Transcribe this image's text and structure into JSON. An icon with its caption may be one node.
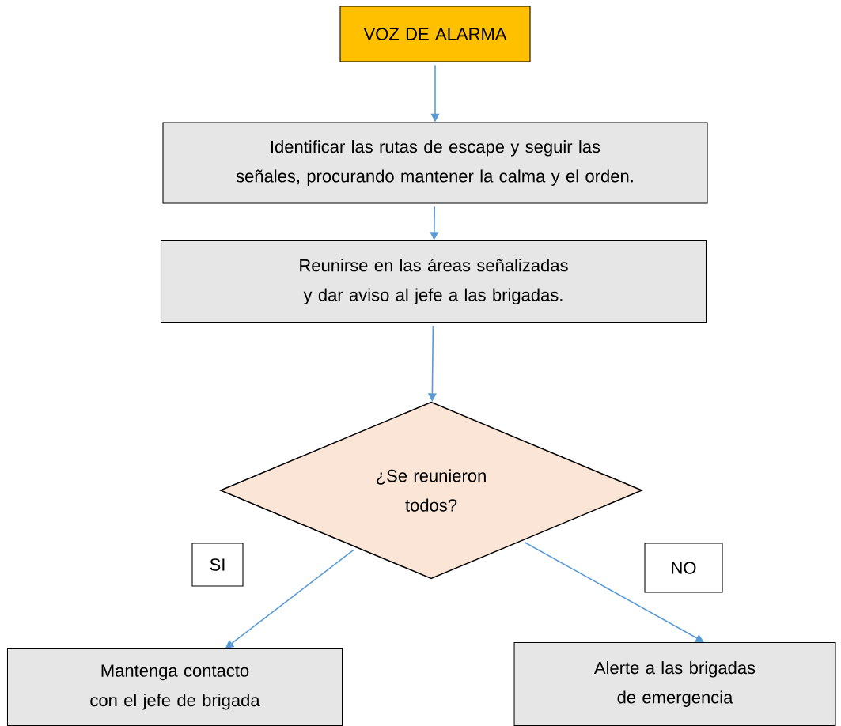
{
  "diagram": {
    "nodes": [
      {
        "text": [
          "VOZ DE ALARMA"
        ]
      },
      {
        "text": [
          "Identificar las rutas de escape y seguir las señales, procurando mantener la calma y el orden."
        ]
      },
      {
        "text": [
          "Reunirse en las áreas señalizadas y dar aviso al jefe a las brigadas."
        ]
      },
      {
        "text": [
          "¿Se reunieron todos?"
        ]
      },
      {
        "text": [
          "Mantenga contacto con el jefe de brigada"
        ]
      },
      {
        "text": [
          "Alerte a las brigadas de emergencia"
        ]
      }
    ],
    "edges": [
      {
        "from": 0,
        "to": 1,
        "arrow": "to"
      },
      {
        "from": 1,
        "to": 2,
        "arrow": "to"
      },
      {
        "from": 2,
        "to": 3,
        "arrow": "to"
      },
      {
        "from": 3,
        "to": 4,
        "arrow": "to",
        "label": "SI"
      },
      {
        "from": 3,
        "to": 5,
        "arrow": "to",
        "label": "NO"
      }
    ]
  }
}
